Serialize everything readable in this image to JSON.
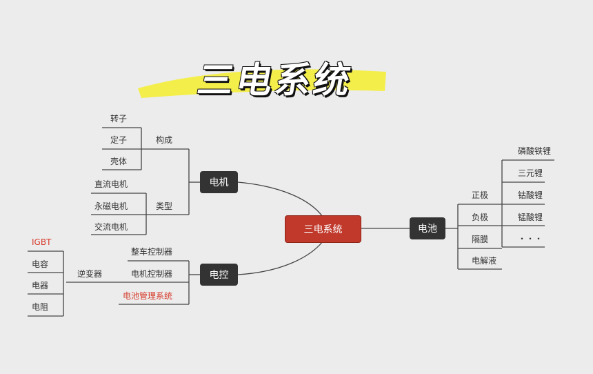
{
  "title": "三电系统",
  "colors": {
    "highlight": "#f5ee3a",
    "main_node": "#c0392b",
    "dark_node": "#333333",
    "accent_text": "#d63a2a",
    "line": "#444444"
  },
  "center": "三电系统",
  "motor": {
    "label": "电机",
    "structure": {
      "label": "构成",
      "items": [
        "转子",
        "定子",
        "壳体"
      ]
    },
    "types": {
      "label": "类型",
      "items": [
        "直流电机",
        "永磁电机",
        "交流电机"
      ]
    }
  },
  "control": {
    "label": "电控",
    "items": [
      "整车控制器",
      "电机控制器",
      "电池管理系统"
    ],
    "inverter": {
      "label": "逆变器",
      "items": [
        "IGBT",
        "电容",
        "电器",
        "电阻"
      ]
    }
  },
  "battery": {
    "label": "电池",
    "items": [
      "正极",
      "负极",
      "隔膜",
      "电解液"
    ],
    "cathode_items": [
      "磷酸铁锂",
      "三元锂",
      "钴酸锂",
      "锰酸锂",
      "・・・"
    ]
  }
}
